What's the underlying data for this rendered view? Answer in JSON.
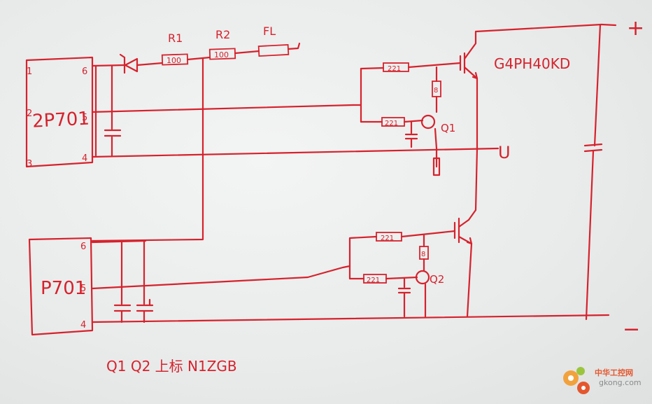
{
  "left_chip_top": {
    "name": "2P701",
    "pin1": "1",
    "pin2": "2",
    "pin3": "3",
    "pin4": "4",
    "pin5": "5",
    "pin6": "6"
  },
  "left_chip_bottom": {
    "name": "P701",
    "pin4": "4",
    "pin5": "5",
    "pin6": "6"
  },
  "resistors": {
    "r1_label": "R1",
    "r1_value": "100",
    "r2_label": "R2",
    "r2_value": "100",
    "fl_label": "FL",
    "q1_top": "221",
    "q1_vert": "8",
    "q1_base": "221",
    "q2_top": "221",
    "q2_vert": "8",
    "q2_base": "221"
  },
  "transistors": {
    "q1": "Q1",
    "q2": "Q2",
    "igbt": "G4PH40KD"
  },
  "terminals": {
    "plus": "+",
    "minus": "−",
    "u": "U"
  },
  "note": "Q1 Q2 上标 N1ZGB",
  "watermark": {
    "cn": "中华工控网",
    "url": "gkong.com"
  },
  "colors": {
    "ink": "#d6222c",
    "paper": "#eceeee",
    "wm_orange": "#e4572e"
  }
}
